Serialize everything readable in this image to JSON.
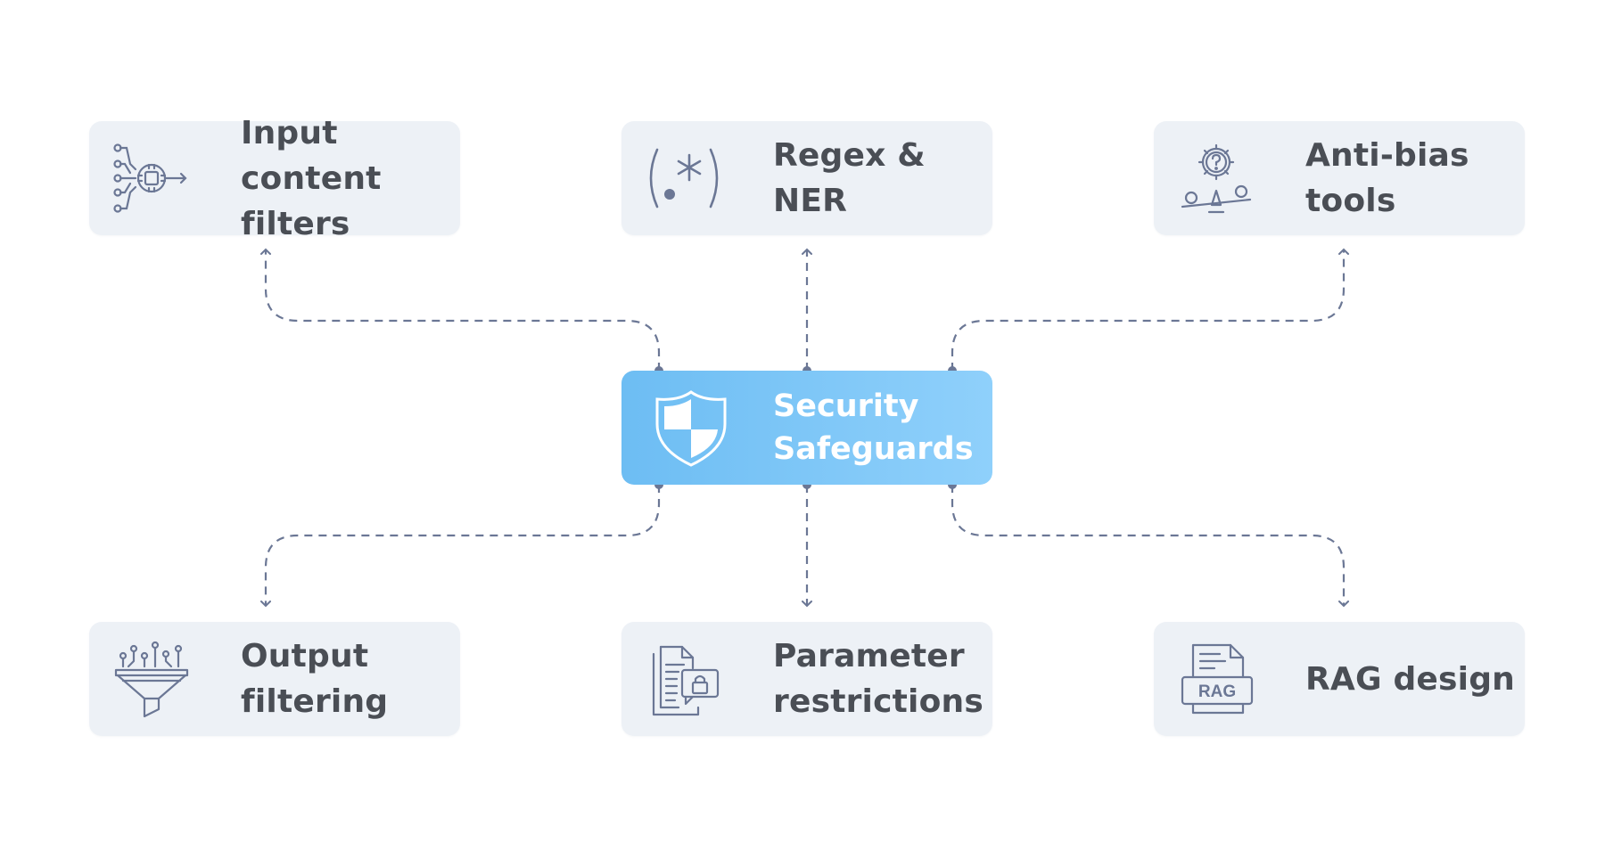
{
  "center": {
    "icon": "shield-icon",
    "label_lines": [
      "Security",
      "Safeguards"
    ]
  },
  "nodes": [
    {
      "id": "input-content-filters",
      "icon": "circuit-chip-icon",
      "label_lines": [
        "Input content",
        "filters"
      ]
    },
    {
      "id": "regex-ner",
      "icon": "regex-icon",
      "label_lines": [
        "Regex & NER"
      ]
    },
    {
      "id": "anti-bias-tools",
      "icon": "gear-balance-icon",
      "label_lines": [
        "Anti-bias",
        "tools"
      ]
    },
    {
      "id": "output-filtering",
      "icon": "funnel-icon",
      "label_lines": [
        "Output",
        "filtering"
      ]
    },
    {
      "id": "parameter-restrictions",
      "icon": "locked-document-icon",
      "label_lines": [
        "Parameter",
        "restrictions"
      ]
    },
    {
      "id": "rag-design",
      "icon": "rag-document-icon",
      "label_lines": [
        "RAG design"
      ],
      "icon_text": "RAG"
    }
  ],
  "colors": {
    "node_bg": "#edf1f6",
    "node_text": "#4a4e55",
    "icon_stroke": "#6b7795",
    "center_gradient": [
      "#6dbdf3",
      "#8fd0fb"
    ],
    "connector": "#6b7795"
  }
}
